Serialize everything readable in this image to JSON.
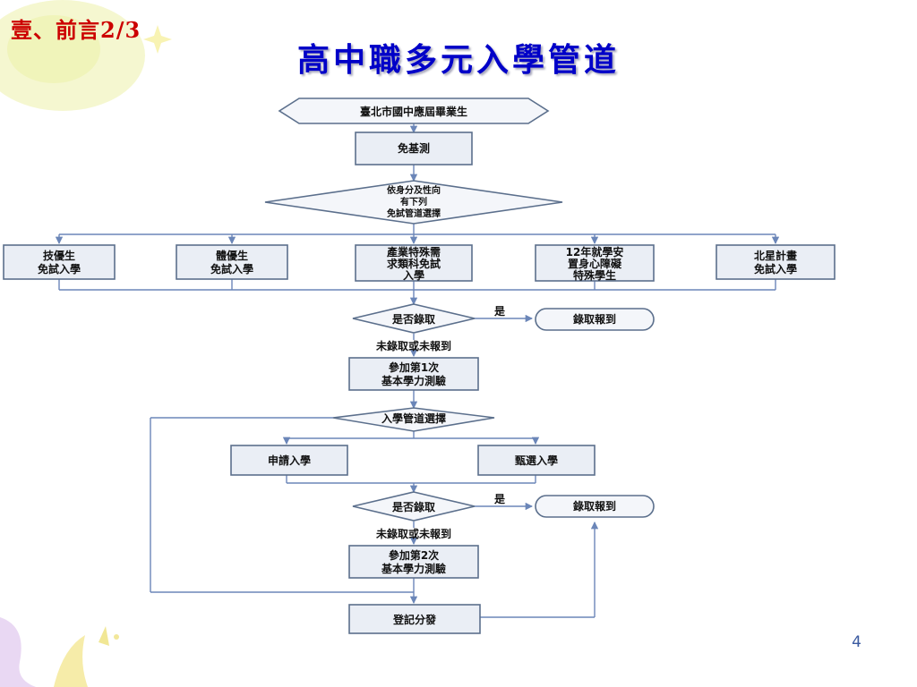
{
  "slide": {
    "section_label": "壹、前言2/3",
    "title": "高中職多元入學管道",
    "page_number": "4"
  },
  "colors": {
    "section_label": "#cc0000",
    "title": "#0000c8",
    "box_fill": "#eaeef5",
    "box_border": "#5b6f8c",
    "connector": "#6b86b8"
  },
  "flowchart": {
    "start": "臺北市國中應屆畢業生",
    "exempt_test": "免基測",
    "choice_decision": [
      "依身分及性向",
      "有下列",
      "免試管道選擇"
    ],
    "pathways": [
      [
        "技優生",
        "免試入學"
      ],
      [
        "體優生",
        "免試入學"
      ],
      [
        "產業特殊需",
        "求類科免試",
        "入學"
      ],
      [
        "12年就學安",
        "置身心障礙",
        "特殊學生"
      ],
      [
        "北星計畫",
        "免試入學"
      ]
    ],
    "admitted_question_1": "是否錄取",
    "yes_label_1": "是",
    "enroll_1": "錄取報到",
    "not_admitted_1": "未錄取或未報到",
    "first_test": [
      "參加第1次",
      "基本學力測驗"
    ],
    "admission_choice": "入學管道選擇",
    "apply": "申請入學",
    "select": "甄選入學",
    "admitted_question_2": "是否錄取",
    "yes_label_2": "是",
    "enroll_2": "錄取報到",
    "not_admitted_2": "未錄取或未報到",
    "second_test": [
      "參加第2次",
      "基本學力測驗"
    ],
    "placement": "登記分發"
  }
}
